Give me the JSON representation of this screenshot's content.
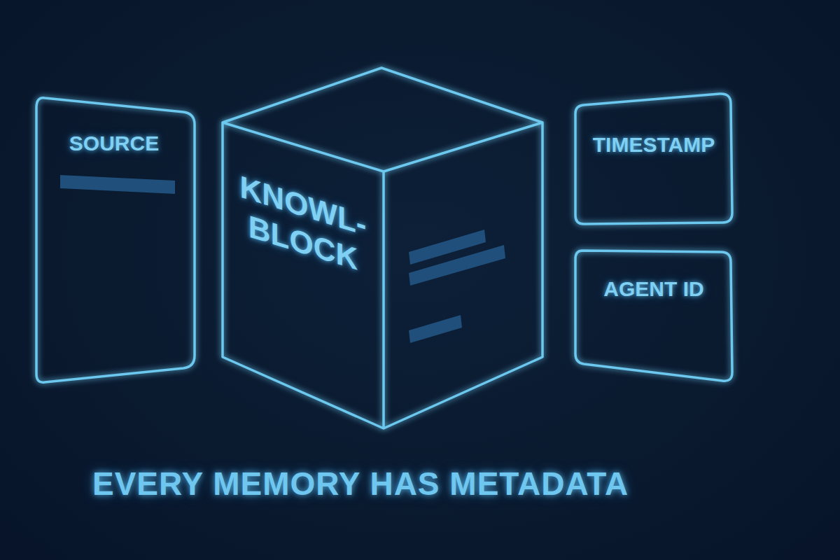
{
  "diagram": {
    "caption": "EVERY MEMORY HAS METADATA",
    "nodes": [
      {
        "text": [
          "SOURCE"
        ]
      },
      {
        "text": [
          "KNOWL- BLOCK"
        ]
      },
      {
        "text": [
          "TIMESTAMP"
        ]
      },
      {
        "text": [
          "AGENT ID"
        ]
      }
    ]
  }
}
